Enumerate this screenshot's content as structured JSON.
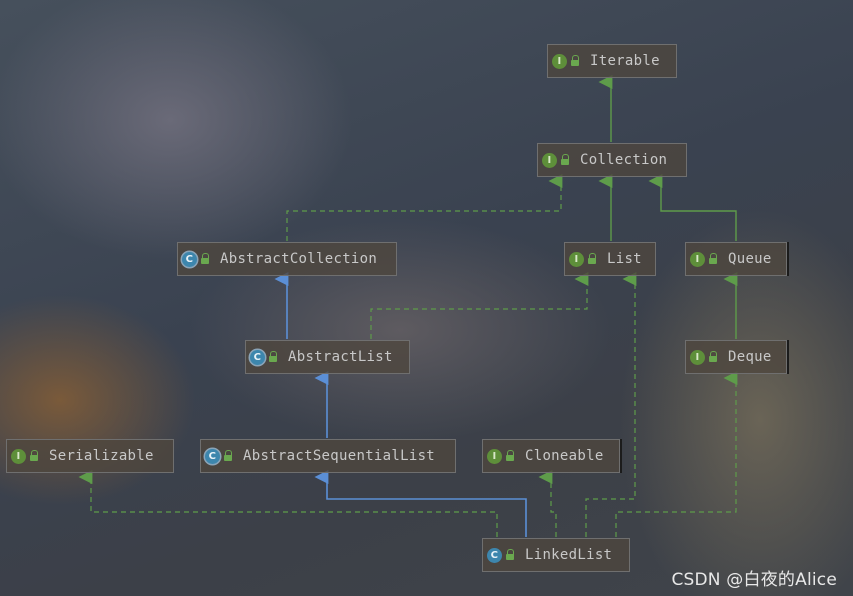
{
  "nodes": {
    "iterable": {
      "label": "Iterable",
      "kind": "interface",
      "badge": "I"
    },
    "collection": {
      "label": "Collection",
      "kind": "interface",
      "badge": "I"
    },
    "abstract_collection": {
      "label": "AbstractCollection",
      "kind": "abstract-class",
      "badge": "C"
    },
    "list": {
      "label": "List",
      "kind": "interface",
      "badge": "I"
    },
    "queue": {
      "label": "Queue",
      "kind": "interface",
      "badge": "I"
    },
    "abstract_list": {
      "label": "AbstractList",
      "kind": "abstract-class",
      "badge": "C"
    },
    "deque": {
      "label": "Deque",
      "kind": "interface",
      "badge": "I"
    },
    "serializable": {
      "label": "Serializable",
      "kind": "interface",
      "badge": "I"
    },
    "abstract_sequential_list": {
      "label": "AbstractSequentialList",
      "kind": "abstract-class",
      "badge": "C"
    },
    "cloneable": {
      "label": "Cloneable",
      "kind": "interface",
      "badge": "I"
    },
    "linked_list": {
      "label": "LinkedList",
      "kind": "class",
      "badge": "C"
    }
  },
  "edges": [
    {
      "from": "collection",
      "to": "iterable",
      "type": "extends-interface"
    },
    {
      "from": "list",
      "to": "collection",
      "type": "extends-interface"
    },
    {
      "from": "queue",
      "to": "collection",
      "type": "extends-interface"
    },
    {
      "from": "abstract_collection",
      "to": "collection",
      "type": "implements"
    },
    {
      "from": "abstract_list",
      "to": "abstract_collection",
      "type": "extends-class"
    },
    {
      "from": "abstract_list",
      "to": "list",
      "type": "implements"
    },
    {
      "from": "deque",
      "to": "queue",
      "type": "extends-interface"
    },
    {
      "from": "abstract_sequential_list",
      "to": "abstract_list",
      "type": "extends-class"
    },
    {
      "from": "linked_list",
      "to": "abstract_sequential_list",
      "type": "extends-class"
    },
    {
      "from": "linked_list",
      "to": "serializable",
      "type": "implements"
    },
    {
      "from": "linked_list",
      "to": "cloneable",
      "type": "implements"
    },
    {
      "from": "linked_list",
      "to": "list",
      "type": "implements"
    },
    {
      "from": "linked_list",
      "to": "deque",
      "type": "implements"
    }
  ],
  "colors": {
    "interface_edge": "#5e9c4a",
    "class_edge": "#5b8fd6",
    "interface_badge": "#5e8f3a",
    "class_badge": "#3d86ad"
  },
  "watermark": "CSDN @白夜的Alice"
}
